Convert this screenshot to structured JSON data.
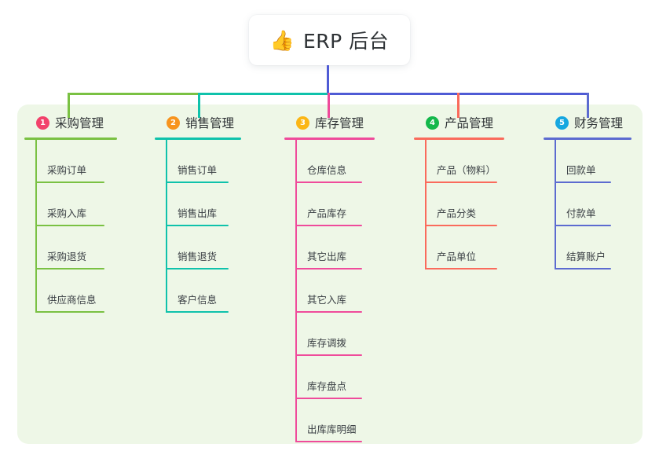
{
  "title": {
    "emoji": "👍",
    "emoji_name": "thumbs-up-emoji",
    "text": "ERP 后台"
  },
  "colors": {
    "panel_bg": "#eef7e7",
    "card_bg": "#ffffff",
    "stem": "#4f5bd5",
    "bus_left": "#7ac143",
    "bus_mid": "#0fc2ab",
    "bus_right": "#4f5bd5"
  },
  "columns": [
    {
      "index": "1",
      "title": "采购管理",
      "badge_color": "#f2426b",
      "line_color": "#7ac143",
      "items": [
        "采购订单",
        "采购入库",
        "采购退货",
        "供应商信息"
      ]
    },
    {
      "index": "2",
      "title": "销售管理",
      "badge_color": "#f7941e",
      "line_color": "#0fc2ab",
      "items": [
        "销售订单",
        "销售出库",
        "销售退货",
        "客户信息"
      ]
    },
    {
      "index": "3",
      "title": "库存管理",
      "badge_color": "#fbb615",
      "line_color": "#ef4b9b",
      "items": [
        "仓库信息",
        "产品库存",
        "其它出库",
        "其它入库",
        "库存调拨",
        "库存盘点",
        "出库库明细"
      ]
    },
    {
      "index": "4",
      "title": "产品管理",
      "badge_color": "#14b84b",
      "line_color": "#fa6b5c",
      "items": [
        "产品（物料）",
        "产品分类",
        "产品单位"
      ]
    },
    {
      "index": "5",
      "title": "财务管理",
      "badge_color": "#16a7e0",
      "line_color": "#5c6bd0",
      "items": [
        "回款单",
        "付款单",
        "结算账户"
      ]
    }
  ]
}
